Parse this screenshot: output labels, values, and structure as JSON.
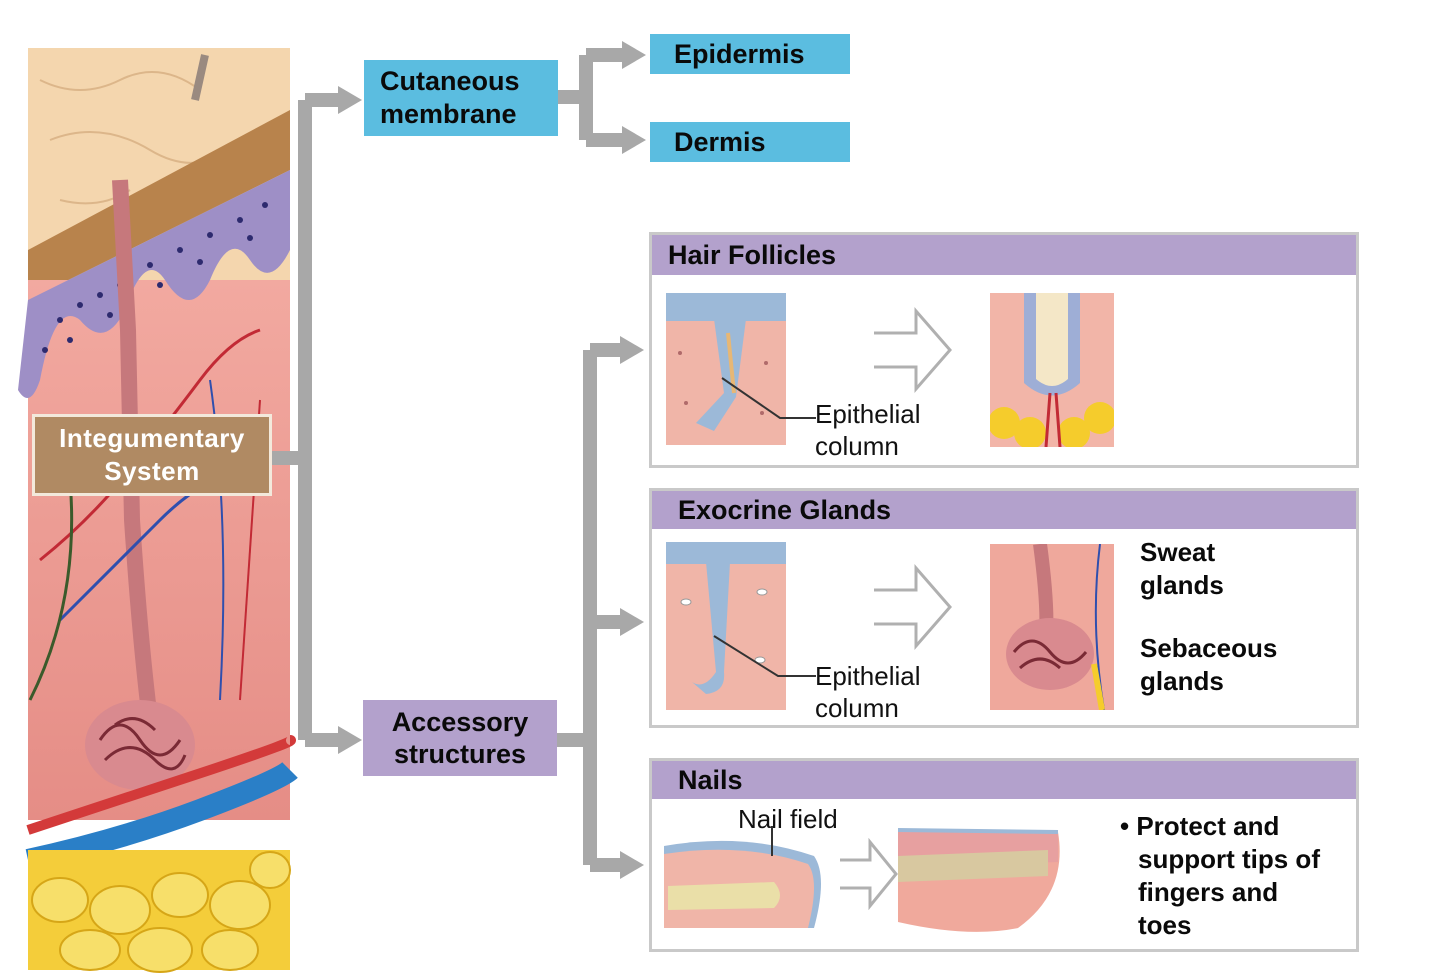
{
  "root": {
    "label": "Integumentary System"
  },
  "cutaneous": {
    "label": "Cutaneous membrane",
    "children": [
      "Epidermis",
      "Dermis"
    ]
  },
  "accessory": {
    "label": "Accessory structures"
  },
  "panels": [
    {
      "title": "Hair Follicles",
      "callout": "Epithelial column"
    },
    {
      "title": "Exocrine Glands",
      "callout": "Epithelial column",
      "notes": [
        "Sweat glands",
        "Sebaceous glands"
      ]
    },
    {
      "title": "Nails",
      "callout": "Nail field",
      "note": "• Protect and support tips of fingers and toes"
    }
  ],
  "colors": {
    "blue_box": "#5bbde0",
    "purple_box": "#b3a1cc",
    "brown_box": "#b08a63",
    "connector": "#a8a8a8"
  }
}
